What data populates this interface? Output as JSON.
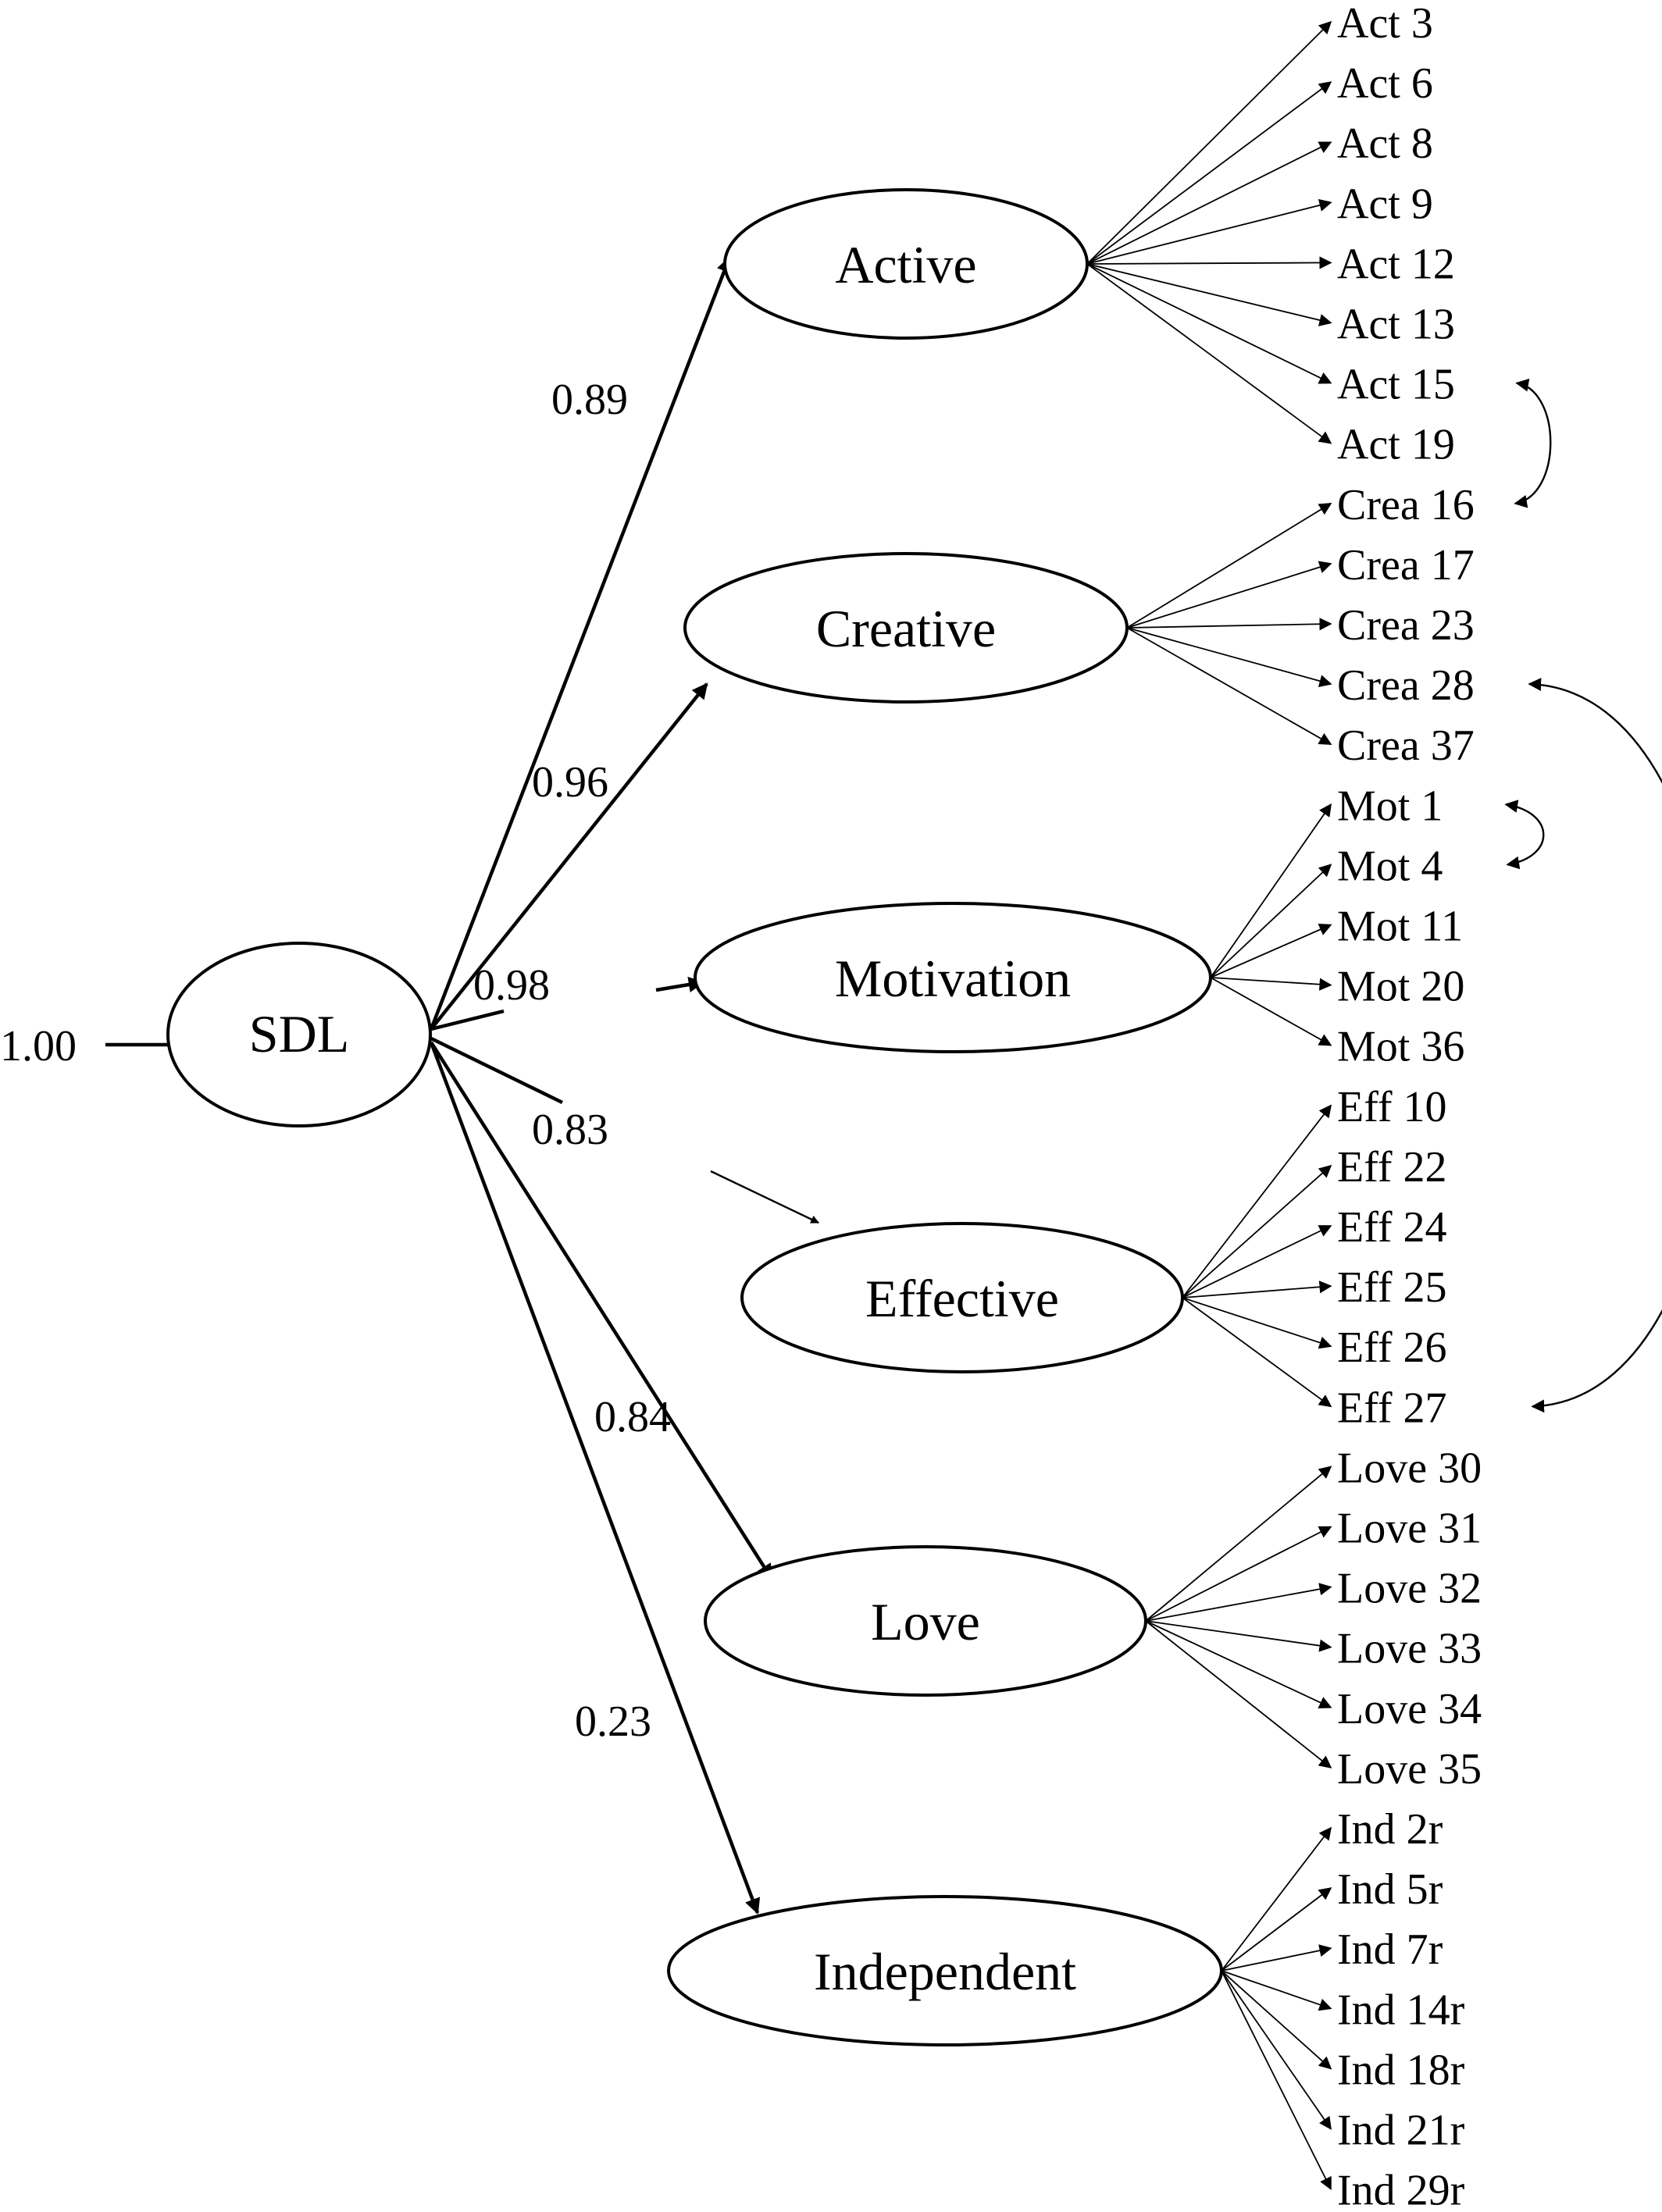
{
  "root": {
    "label": "SDL",
    "variance": "1.00"
  },
  "factors": [
    {
      "id": "active",
      "label": "Active",
      "loading": "0.89",
      "items": [
        "Act 3",
        "Act 6",
        "Act 8",
        "Act 9",
        "Act 12",
        "Act 13",
        "Act 15",
        "Act 19"
      ]
    },
    {
      "id": "creative",
      "label": "Creative",
      "loading": "0.96",
      "items": [
        "Crea 16",
        "Crea 17",
        "Crea 23",
        "Crea 28",
        "Crea 37"
      ]
    },
    {
      "id": "motivation",
      "label": "Motivation",
      "loading": "0.98",
      "items": [
        "Mot 1",
        "Mot 4",
        "Mot 11",
        "Mot 20",
        "Mot 36"
      ]
    },
    {
      "id": "effective",
      "label": "Effective",
      "loading": "0.83",
      "items": [
        "Eff 10",
        "Eff 22",
        "Eff 24",
        "Eff 25",
        "Eff 26",
        "Eff 27"
      ]
    },
    {
      "id": "love",
      "label": "Love",
      "loading": "0.84",
      "items": [
        "Love 30",
        "Love 31",
        "Love 32",
        "Love 33",
        "Love 34",
        "Love 35"
      ]
    },
    {
      "id": "independent",
      "label": "Independent",
      "loading": "0.23",
      "items": [
        "Ind 2r",
        "Ind 5r",
        "Ind 7r",
        "Ind 14r",
        "Ind 18r",
        "Ind 21r",
        "Ind 29r"
      ]
    }
  ],
  "covariances": [
    {
      "from": "Act 15",
      "to": "Crea 16"
    },
    {
      "from": "Crea 28",
      "to": "Eff 27"
    },
    {
      "from": "Mot 1",
      "to": "Mot 4"
    }
  ]
}
